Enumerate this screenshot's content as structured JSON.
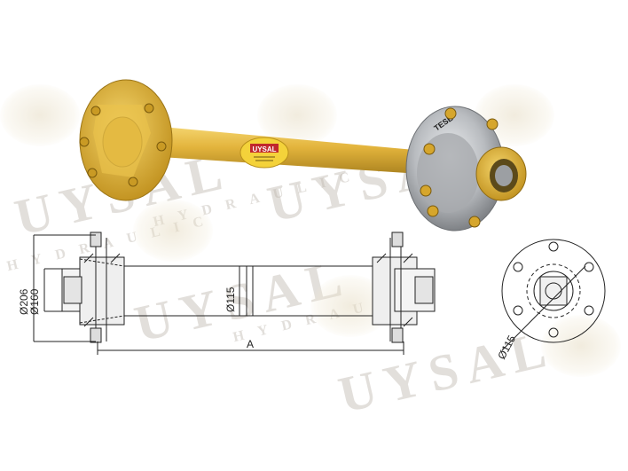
{
  "watermark": {
    "brand": "UYSAL",
    "subtitle": "HYDRAULIC"
  },
  "product_photo": {
    "axle_color": "#e3b43c",
    "hub_color": "#b9bcc0",
    "label_brand": "UYSAL",
    "hub_marking": "TESE"
  },
  "technical_drawing": {
    "dims": {
      "outer_flange_diameter": "Ø206",
      "inner_diameter": "Ø160",
      "tube_diameter": "Ø115",
      "overall_length": "A",
      "end_view_diameter": "Ø115"
    }
  }
}
